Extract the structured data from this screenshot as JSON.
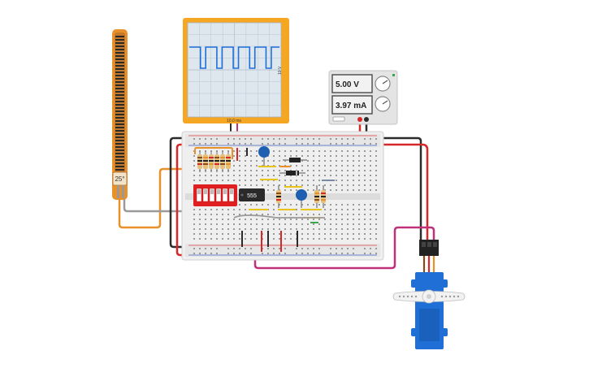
{
  "power_supply": {
    "voltage": "5.00 V",
    "current": "3.97 mA"
  },
  "oscilloscope": {
    "time_div": "10.0 ms",
    "volt_div": "10 V"
  },
  "flex_sensor": {
    "angle": "25°"
  },
  "ic": {
    "label": "555"
  },
  "colors": {
    "scope_frame": "#f5a623",
    "scope_wave": "#1e6fd9",
    "breadboard": "#f2f2f2",
    "dip_switch": "#e02020",
    "servo_body": "#1f6fd6",
    "wire_orange": "#e8902a",
    "wire_red": "#d62828",
    "wire_black": "#2b2b2b",
    "wire_magenta": "#c0317a"
  },
  "icons": {
    "voltage_knob": "knob-icon",
    "current_knob": "knob-icon",
    "servo_horn": "servo-horn-icon"
  }
}
